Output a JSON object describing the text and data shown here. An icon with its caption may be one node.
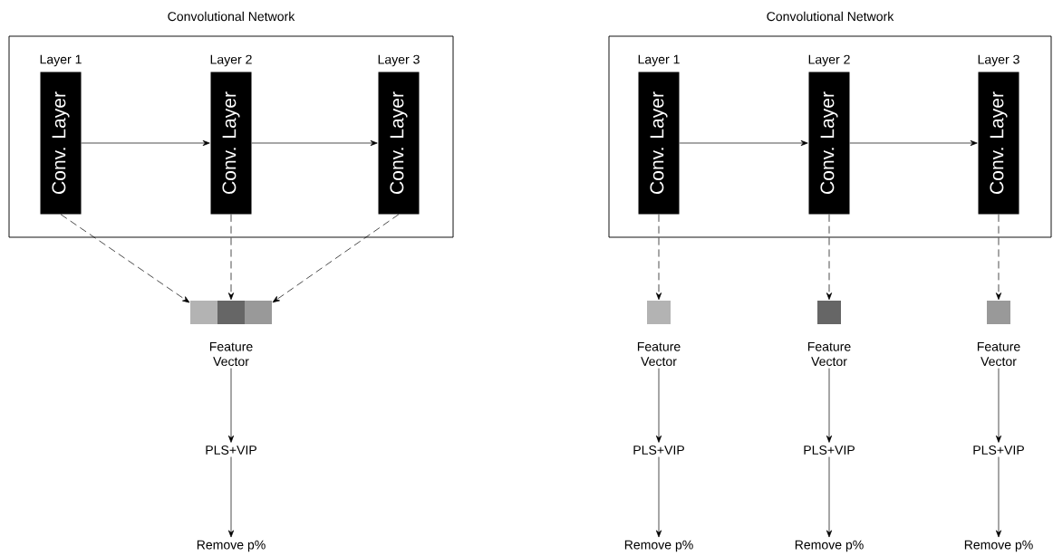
{
  "diagram": {
    "nodes": [
      {
        "text": [
          "Convolutional Network"
        ]
      },
      {
        "text": [
          "Layer 1",
          "Conv. Layer"
        ],
        "in": 0
      },
      {
        "text": [
          "Layer 2",
          "Conv. Layer"
        ],
        "in": 0
      },
      {
        "text": [
          "Layer 3",
          "Conv. Layer"
        ],
        "in": 0
      },
      {
        "text": [],
        "shape": "box"
      },
      {
        "text": [],
        "shape": "box"
      },
      {
        "text": [],
        "shape": "box"
      },
      {
        "text": [
          "Feature Vector"
        ]
      },
      {
        "text": [
          "PLS+VIP"
        ]
      },
      {
        "text": [
          "Remove p%"
        ]
      },
      {
        "text": [
          "Convolutional Network"
        ]
      },
      {
        "text": [
          "Layer 1",
          "Conv. Layer"
        ],
        "in": 10
      },
      {
        "text": [
          "Layer 2",
          "Conv. Layer"
        ],
        "in": 10
      },
      {
        "text": [
          "Layer 3",
          "Conv. Layer"
        ],
        "in": 10
      },
      {
        "text": [],
        "shape": "box"
      },
      {
        "text": [],
        "shape": "box"
      },
      {
        "text": [],
        "shape": "box"
      },
      {
        "text": [
          "Feature Vector"
        ]
      },
      {
        "text": [
          "Feature Vector"
        ]
      },
      {
        "text": [
          "Feature Vector"
        ]
      },
      {
        "text": [
          "PLS+VIP"
        ]
      },
      {
        "text": [
          "PLS+VIP"
        ]
      },
      {
        "text": [
          "PLS+VIP"
        ]
      },
      {
        "text": [
          "Remove p%"
        ]
      },
      {
        "text": [
          "Remove p%"
        ]
      },
      {
        "text": [
          "Remove p%"
        ]
      }
    ],
    "edges": [
      {
        "from": 1,
        "to": 2,
        "arrow": "to"
      },
      {
        "from": 2,
        "to": 3,
        "arrow": "to"
      },
      {
        "from": 1,
        "to": 4,
        "arrow": "to",
        "style": "dashed"
      },
      {
        "from": 2,
        "to": 5,
        "arrow": "to",
        "style": "dashed"
      },
      {
        "from": 3,
        "to": 6,
        "arrow": "to",
        "style": "dashed"
      },
      {
        "from": 7,
        "to": 8,
        "arrow": "to"
      },
      {
        "from": 8,
        "to": 9,
        "arrow": "to"
      },
      {
        "from": 11,
        "to": 12,
        "arrow": "to"
      },
      {
        "from": 12,
        "to": 13,
        "arrow": "to"
      },
      {
        "from": 11,
        "to": 14,
        "arrow": "to",
        "style": "dashed"
      },
      {
        "from": 12,
        "to": 15,
        "arrow": "to",
        "style": "dashed"
      },
      {
        "from": 13,
        "to": 16,
        "arrow": "to",
        "style": "dashed"
      },
      {
        "from": 17,
        "to": 20,
        "arrow": "to"
      },
      {
        "from": 20,
        "to": 23,
        "arrow": "to"
      },
      {
        "from": 18,
        "to": 21,
        "arrow": "to"
      },
      {
        "from": 21,
        "to": 24,
        "arrow": "to"
      },
      {
        "from": 19,
        "to": 22,
        "arrow": "to"
      },
      {
        "from": 22,
        "to": 25,
        "arrow": "to"
      }
    ]
  }
}
